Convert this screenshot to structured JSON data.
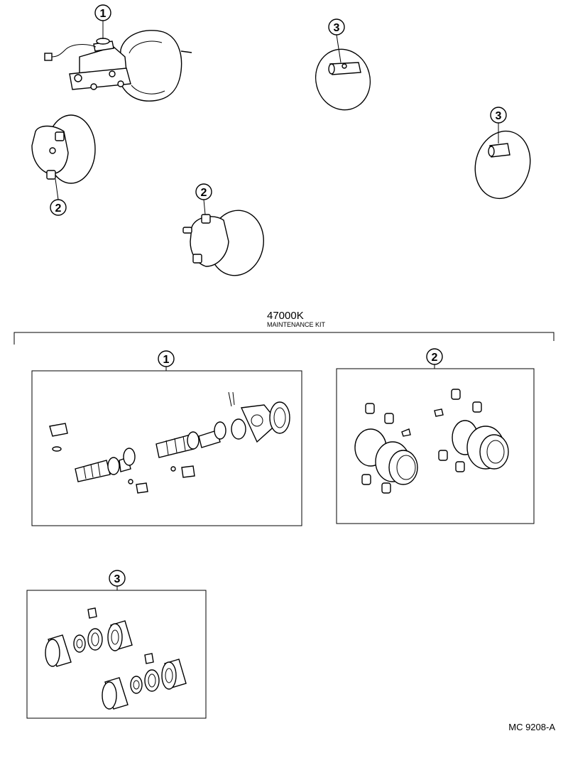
{
  "kit": {
    "part_number": "47000K",
    "name": "MAINTENANCE KIT"
  },
  "callouts": {
    "master_cylinder": "1",
    "caliper": "2",
    "wheel_cylinder": "3"
  },
  "figure_code": "MC 9208-A"
}
